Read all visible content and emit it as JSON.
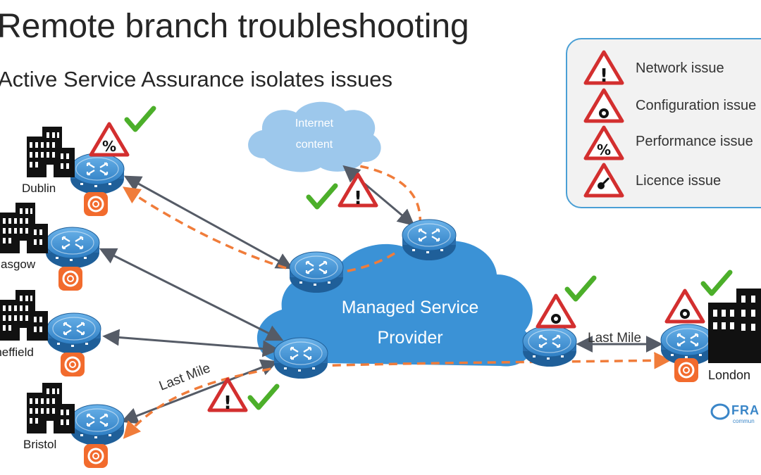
{
  "header": {
    "title": "Remote branch troubleshooting",
    "subtitle": "Active Service Assurance isolates issues"
  },
  "legend": {
    "items": [
      {
        "label": "Network issue",
        "icon": "warning-exclamation-icon"
      },
      {
        "label": "Configuration issue",
        "icon": "warning-gear-icon"
      },
      {
        "label": "Performance issue",
        "icon": "warning-percent-icon"
      },
      {
        "label": "Licence issue",
        "icon": "warning-key-icon"
      }
    ]
  },
  "sites": {
    "dublin": "Dublin",
    "glasgow": "Glasgow",
    "sheffield": "Sheffield",
    "bristol": "Bristol",
    "london": "London"
  },
  "clouds": {
    "internet_line1": "Internet",
    "internet_line2": "content",
    "msp_line1": "Managed Service",
    "msp_line2": "Provider"
  },
  "links": {
    "last_mile_left": "Last Mile",
    "last_mile_right": "Last Mile"
  },
  "brand": {
    "name": "FRA",
    "tagline": "commun"
  },
  "colors": {
    "cloud_blue": "#3b92d6",
    "internet_cloud": "#9dc8ec",
    "router_blue": "#3c8fd4",
    "dashed_path": "#f07c3a",
    "warning_red": "#d32f2f",
    "check_green": "#4caf2a",
    "legend_border": "#4a9fd5"
  }
}
